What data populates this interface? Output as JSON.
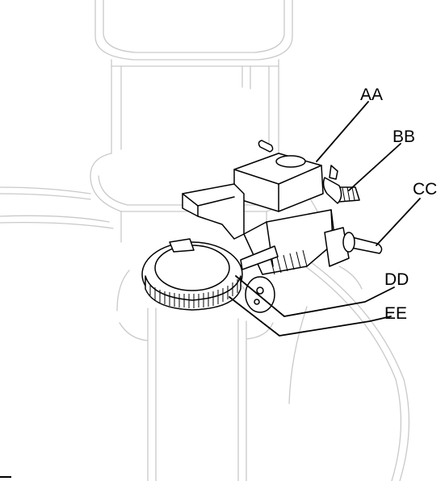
{
  "callouts": [
    {
      "id": "AA",
      "label": "AA"
    },
    {
      "id": "BB",
      "label": "BB"
    },
    {
      "id": "CC",
      "label": "CC"
    },
    {
      "id": "DD",
      "label": "DD"
    },
    {
      "id": "EE",
      "label": "EE"
    }
  ],
  "colors": {
    "ink": "#000000",
    "ghost": "#c9c9c9",
    "background": "#ffffff"
  }
}
